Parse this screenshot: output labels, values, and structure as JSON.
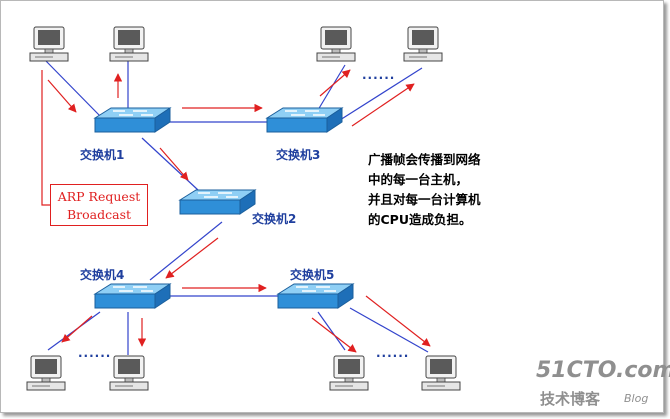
{
  "switches": [
    {
      "id": "sw1",
      "label": "交换机1"
    },
    {
      "id": "sw2",
      "label": "交换机2"
    },
    {
      "id": "sw3",
      "label": "交换机3"
    },
    {
      "id": "sw4",
      "label": "交换机4"
    },
    {
      "id": "sw5",
      "label": "交换机5"
    }
  ],
  "arp_box": {
    "line1": "ARP Request",
    "line2": "Broadcast"
  },
  "note_lines": [
    "广播帧会传播到网络",
    "中的每一台主机，",
    "并且对每一台计算机",
    "的CPU造成负担。"
  ],
  "ellipsis": "......",
  "watermark": {
    "main": "51CTO.com",
    "sub": "技术博客",
    "blog": "Blog"
  },
  "colors": {
    "link": "#3344cc",
    "arrow": "#e02020",
    "switch": "#2f8fd8",
    "text": "#1f3f9e"
  }
}
